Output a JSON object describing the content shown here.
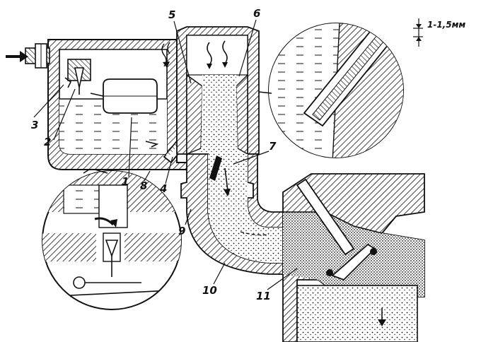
{
  "labels": {
    "l1": "1",
    "l2": "2",
    "l3": "3",
    "l4": "4",
    "l5": "5",
    "l6": "6",
    "l7": "7",
    "l8": "8",
    "l9": "9",
    "l10": "10",
    "l11": "11"
  },
  "dimension": "1-1,5мм"
}
